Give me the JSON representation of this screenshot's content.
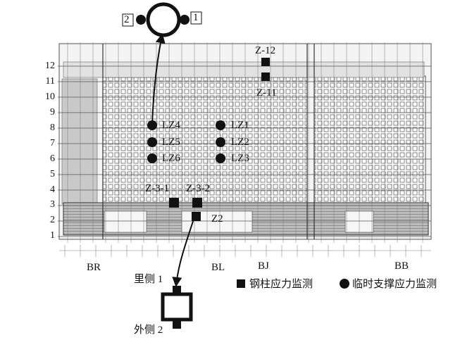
{
  "row_labels": [
    "12",
    "11",
    "10",
    "9",
    "8",
    "7",
    "6",
    "5",
    "4",
    "3",
    "2",
    "1"
  ],
  "column_labels": [
    "BR",
    "BL",
    "BJ",
    "BB"
  ],
  "columns_z": {
    "z12": "Z-12",
    "z11": "Z-11",
    "z31": "Z-3-1",
    "z32": "Z-3-2",
    "z2": "Z2"
  },
  "supports": {
    "lz1": "LZ1",
    "lz2": "LZ2",
    "lz3": "LZ3",
    "lz4": "LZ4",
    "lz5": "LZ5",
    "lz6": "LZ6"
  },
  "top_detail": {
    "left": "2",
    "right": "1"
  },
  "bottom_detail": {
    "top": "里侧 1",
    "bottom": "外侧 2"
  },
  "legend": {
    "steel_column": "钢柱应力监测",
    "temp_support": "临时支撑应力监测"
  },
  "colors": {
    "ink": "#111111",
    "grid": "#555555",
    "fill": "#cfcfcf"
  }
}
